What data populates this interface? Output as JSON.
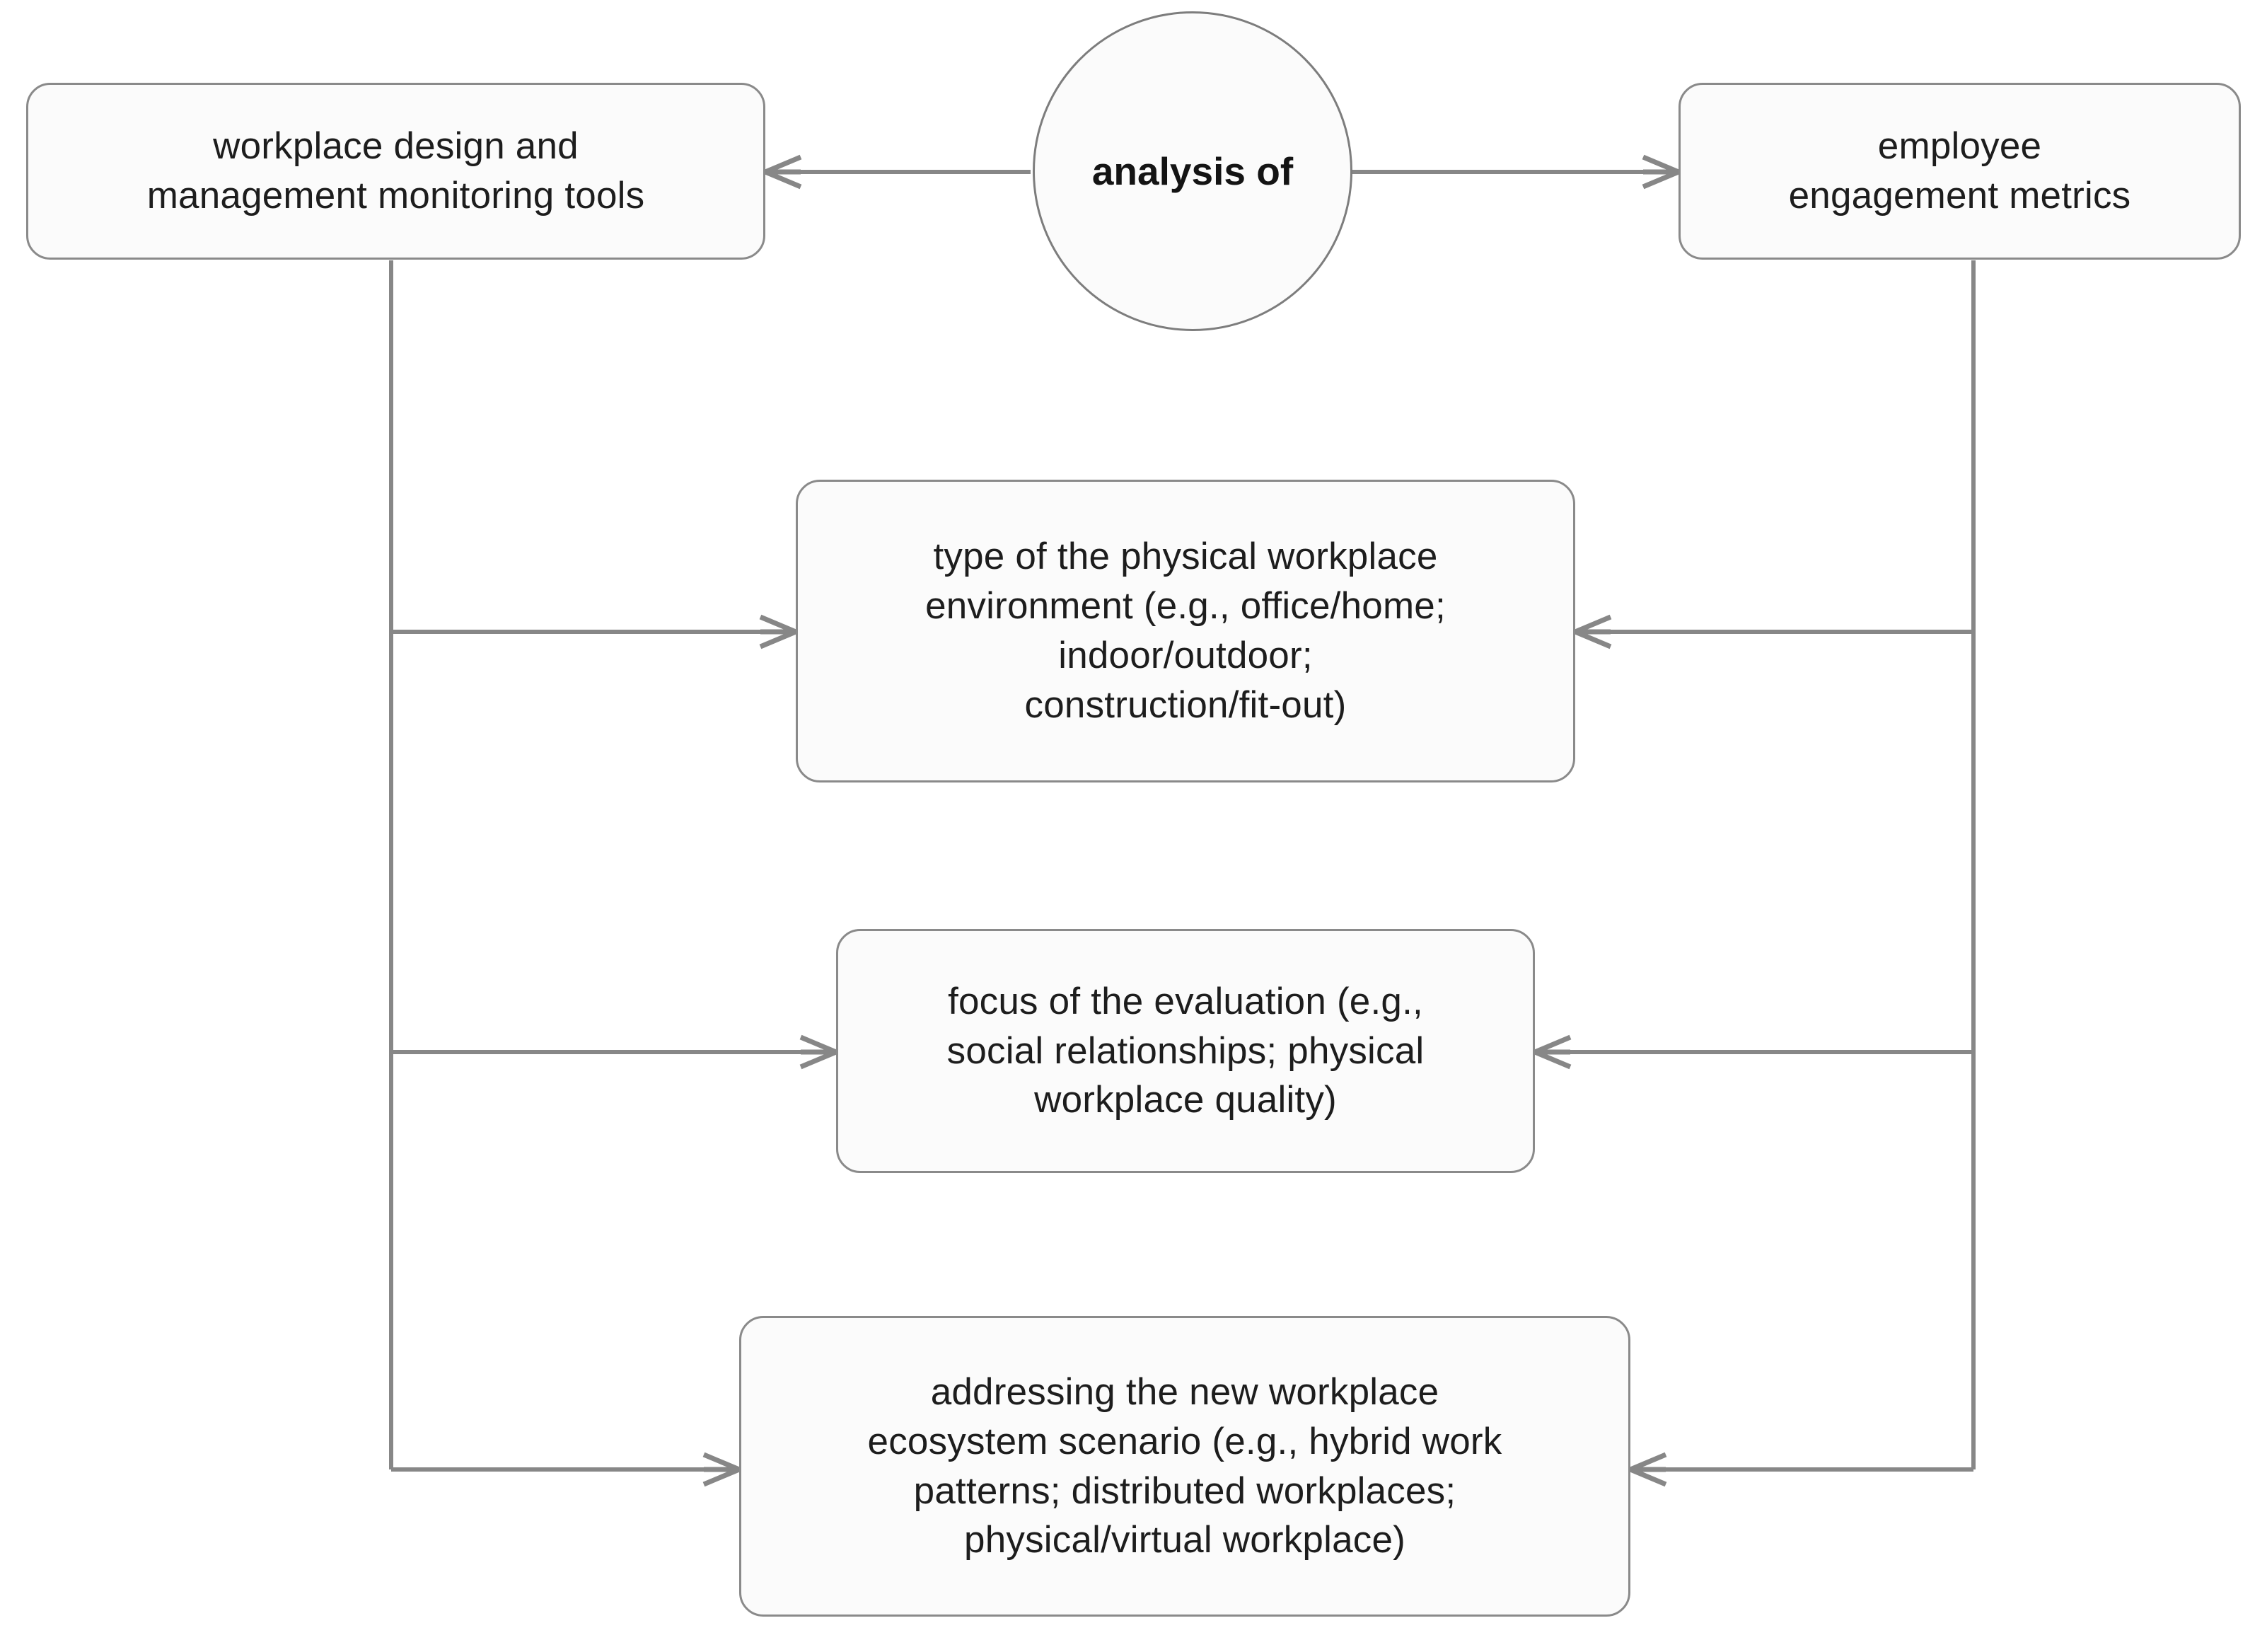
{
  "diagram": {
    "title": "analysis of",
    "hub": {
      "label": "analysis of"
    },
    "left_node": {
      "label": "workplace design and\nmanagement monitoring tools"
    },
    "right_node": {
      "label": "employee\nengagement  metrics"
    },
    "middle_nodes": [
      {
        "id": "workplace-environment-type",
        "label": "type of the physical workplace\nenvironment  (e.g., office/home;\nindoor/outdoor;\nconstruction/fit-out)"
      },
      {
        "id": "evaluation-focus",
        "label": "focus of the evaluation (e.g.,\nsocial relationships; physical\nworkplace quality)"
      },
      {
        "id": "workplace-ecosystem-scenario",
        "label": "addressing the new workplace\necosystem scenario (e.g., hybrid work\npatterns; distributed workplaces;\nphysical/virtual workplace)"
      }
    ],
    "colors": {
      "node_border": "#8a8a8a",
      "node_fill": "#fbfbfb",
      "connector": "#848484",
      "text": "#1d1d1d",
      "background": "#ffffff"
    },
    "connectors": [
      {
        "id": "hub-to-left",
        "from": "analysis of",
        "to": "workplace design and management monitoring tools",
        "direction": "left"
      },
      {
        "id": "hub-to-right",
        "from": "analysis of",
        "to": "employee engagement  metrics",
        "direction": "right"
      },
      {
        "id": "left-to-environment",
        "from": "workplace design and management monitoring tools",
        "to": "type of the physical workplace environment",
        "direction": "right"
      },
      {
        "id": "left-to-focus",
        "from": "workplace design and management monitoring tools",
        "to": "focus of the evaluation",
        "direction": "right"
      },
      {
        "id": "left-to-ecosystem",
        "from": "workplace design and management monitoring tools",
        "to": "addressing the new workplace ecosystem scenario",
        "direction": "right"
      },
      {
        "id": "right-to-environment",
        "from": "employee engagement  metrics",
        "to": "type of the physical workplace environment",
        "direction": "left"
      },
      {
        "id": "right-to-focus",
        "from": "employee engagement  metrics",
        "to": "focus of the evaluation",
        "direction": "left"
      },
      {
        "id": "right-to-ecosystem",
        "from": "employee engagement  metrics",
        "to": "addressing the new workplace ecosystem scenario",
        "direction": "left"
      }
    ]
  }
}
